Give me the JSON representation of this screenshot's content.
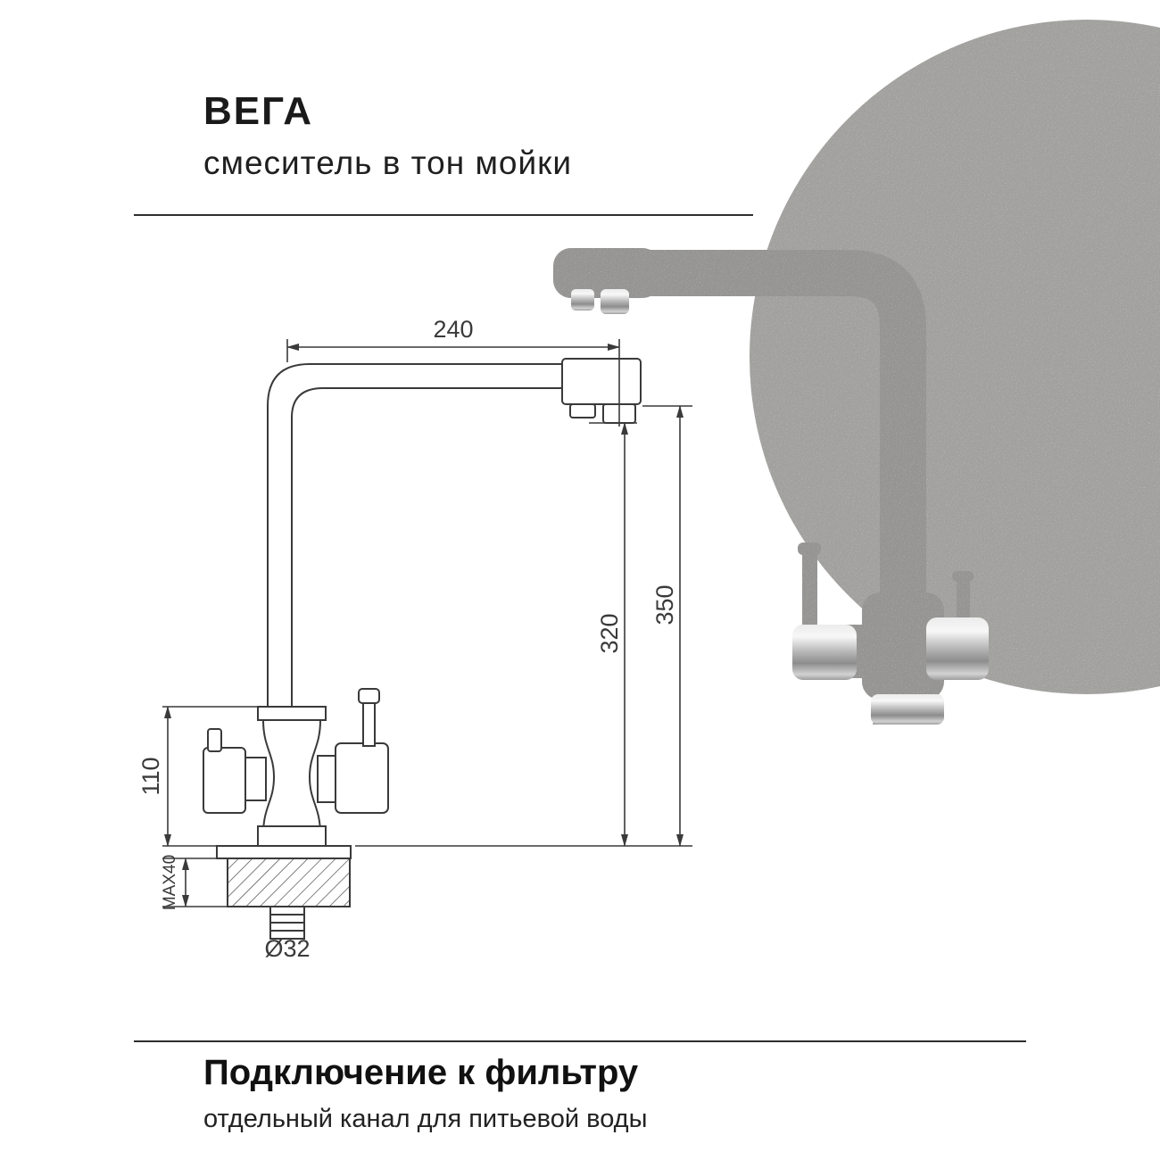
{
  "header": {
    "title": "ВЕГА",
    "subtitle": "смеситель в тон мойки"
  },
  "footer": {
    "title": "Подключение к фильтру",
    "subtitle": "отдельный канал для питьевой воды"
  },
  "diagram": {
    "dim_width": "240",
    "dim_height_inner": "320",
    "dim_height_outer": "350",
    "dim_handle_height": "110",
    "dim_countertop_max": "MAX40",
    "dim_hole_diameter": "Ø32"
  },
  "colors": {
    "stone_gray": "#9a9997",
    "backdrop_gray": "#a9a8a6",
    "drawing_line": "#3a3a3a",
    "text": "#1a1a1a"
  }
}
